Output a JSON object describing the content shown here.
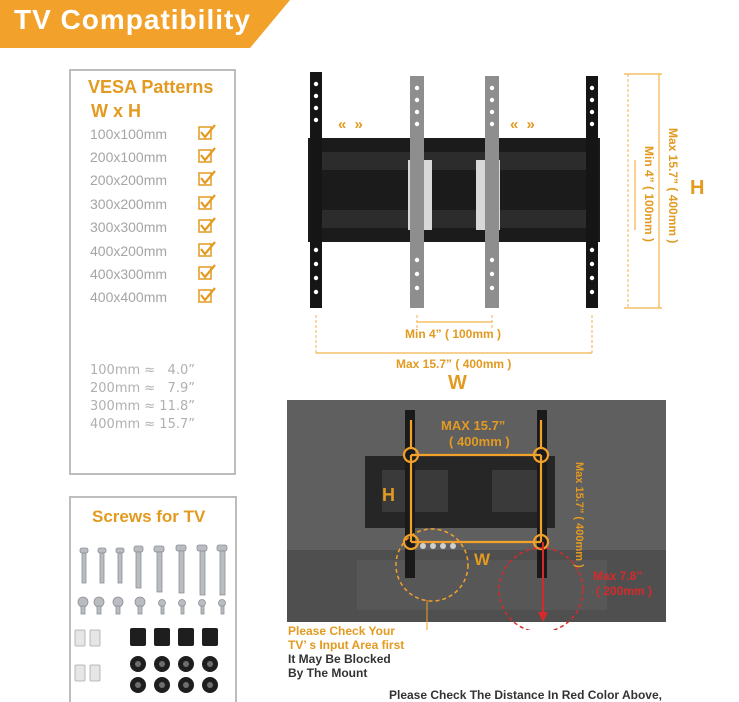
{
  "banner": {
    "title": "TV  Compatibility"
  },
  "vesa": {
    "title": "VESA Patterns",
    "subtitle": "W x H",
    "patterns": [
      "100x100mm",
      "200x100mm",
      "200x200mm",
      "300x200mm",
      "300x300mm",
      "400x200mm",
      "400x300mm",
      "400x400mm"
    ],
    "conversions": [
      "100mm ≈   4.0”",
      "200mm ≈   7.9”",
      "300mm ≈ 11.8”",
      "400mm ≈ 15.7”"
    ]
  },
  "screws": {
    "title": "Screws for TV"
  },
  "diagram": {
    "min_w": "Min  4”  ( 100mm )",
    "max_w": "Max  15.7”  ( 400mm )",
    "w_letter": "W",
    "max_h": "Max  15.7”  ( 400mm )",
    "min_h": "Min  4”  ( 100mm )",
    "h_letter": "H",
    "arrows": "«    »"
  },
  "photo": {
    "max_w_line1": "MAX  15.7”",
    "max_w_line2": "( 400mm )",
    "max_h": "Max  15.7” ( 400mm )",
    "h_letter": "H",
    "w_letter": "W",
    "red_line1": "Max  7.8”",
    "red_line2": "( 200mm )"
  },
  "notes": {
    "orange1": "Please Check Your",
    "orange2": "TV’ s Input Area first",
    "dark1": "It May Be Blocked",
    "dark2": "By The Mount",
    "bottom": "Please Check The Distance In Red Color Above,"
  },
  "colors": {
    "accent": "#f2a12b",
    "label": "#e39a20",
    "red": "#d62a2a",
    "grey_text": "#a5a5a5"
  }
}
